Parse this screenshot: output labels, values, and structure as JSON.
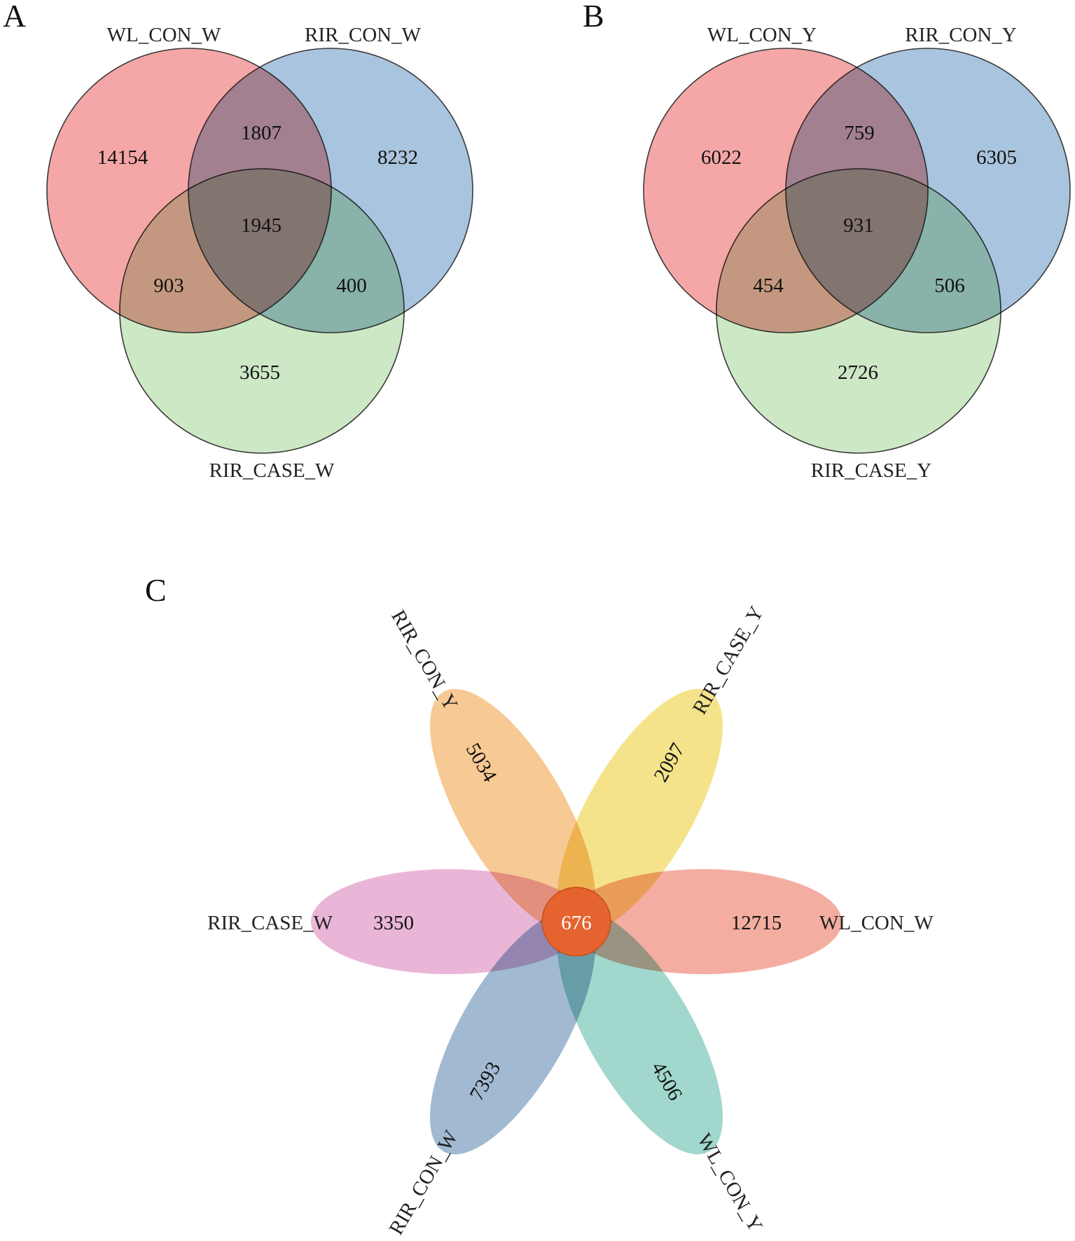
{
  "panels": {
    "a": {
      "letter": "A",
      "sets": {
        "top_left": "WL_CON_W",
        "top_right": "RIR_CON_W",
        "bottom": "RIR_CASE_W"
      },
      "counts": {
        "only_top_left": "14154",
        "top_left_top_right": "1807",
        "only_top_right": "8232",
        "all_three": "1945",
        "top_left_bottom": "903",
        "top_right_bottom": "400",
        "only_bottom": "3655"
      }
    },
    "b": {
      "letter": "B",
      "sets": {
        "top_left": "WL_CON_Y",
        "top_right": "RIR_CON_Y",
        "bottom": "RIR_CASE_Y"
      },
      "counts": {
        "only_top_left": "6022",
        "top_left_top_right": "759",
        "only_top_right": "6305",
        "all_three": "931",
        "top_left_bottom": "454",
        "top_right_bottom": "506",
        "only_bottom": "2726"
      }
    },
    "c": {
      "letter": "C",
      "petals": [
        {
          "key": "rir_con_y",
          "label": "RIR_CON_Y",
          "count": "5034",
          "color": "#f4b46a"
        },
        {
          "key": "rir_case_y",
          "label": "RIR_CASE_Y",
          "count": "2097",
          "color": "#f2d95e"
        },
        {
          "key": "wl_con_w",
          "label": "WL_CON_W",
          "count": "12715",
          "color": "#ee8e7c"
        },
        {
          "key": "wl_con_y",
          "label": "WL_CON_Y",
          "count": "4506",
          "color": "#7cc7b8"
        },
        {
          "key": "rir_con_w",
          "label": "RIR_CON_W",
          "count": "7393",
          "color": "#7c9fc0"
        },
        {
          "key": "rir_case_w",
          "label": "RIR_CASE_W",
          "count": "3350",
          "color": "#e29ac7"
        }
      ],
      "core_count": "676",
      "core_color": "#e4632e"
    }
  },
  "colors": {
    "venn_red": "#f4a7a6",
    "venn_blue": "#a9c4de",
    "venn_green": "#cde8c4",
    "outline": "#3a3a3a"
  }
}
